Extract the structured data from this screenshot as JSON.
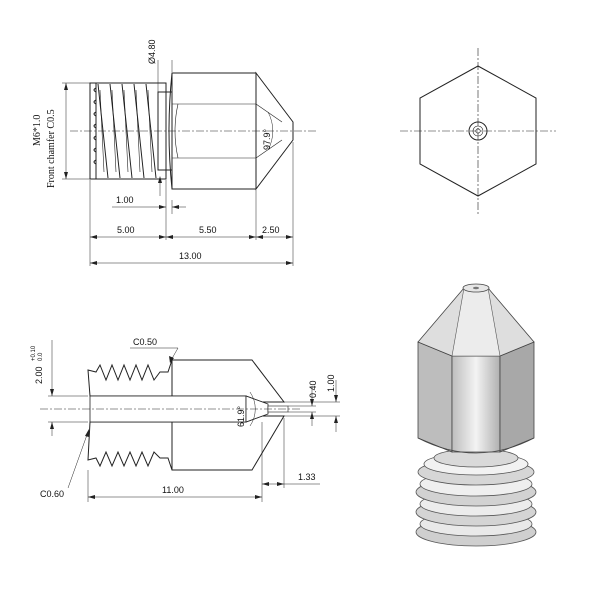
{
  "top_view": {
    "thread_label": "M6*1.0",
    "chamfer_label": "Front chamfer C0.5",
    "diameter_label": "Ø4.80",
    "angle_label": "97.9°",
    "dim_thread_len": "1.00",
    "dim_thread": "5.00",
    "dim_hex": "5.50",
    "dim_tip": "2.50",
    "dim_total": "13.00"
  },
  "section_view": {
    "chamfer_top": "C0.50",
    "bore_dim": "2.00",
    "bore_tol_upper": "+0.10",
    "bore_tol_lower": "0.0",
    "angle_label": "61.9°",
    "orifice_dim": "0.40",
    "tip_dim": "1.00",
    "chamfer_bottom": "C0.60",
    "dim_bore_len": "11.00",
    "dim_orifice_len": "1.33"
  },
  "colors": {
    "line": "#222222",
    "render_light": "#e4e4e4",
    "render_mid": "#c8c8c8",
    "render_dark": "#9a9a9a"
  }
}
